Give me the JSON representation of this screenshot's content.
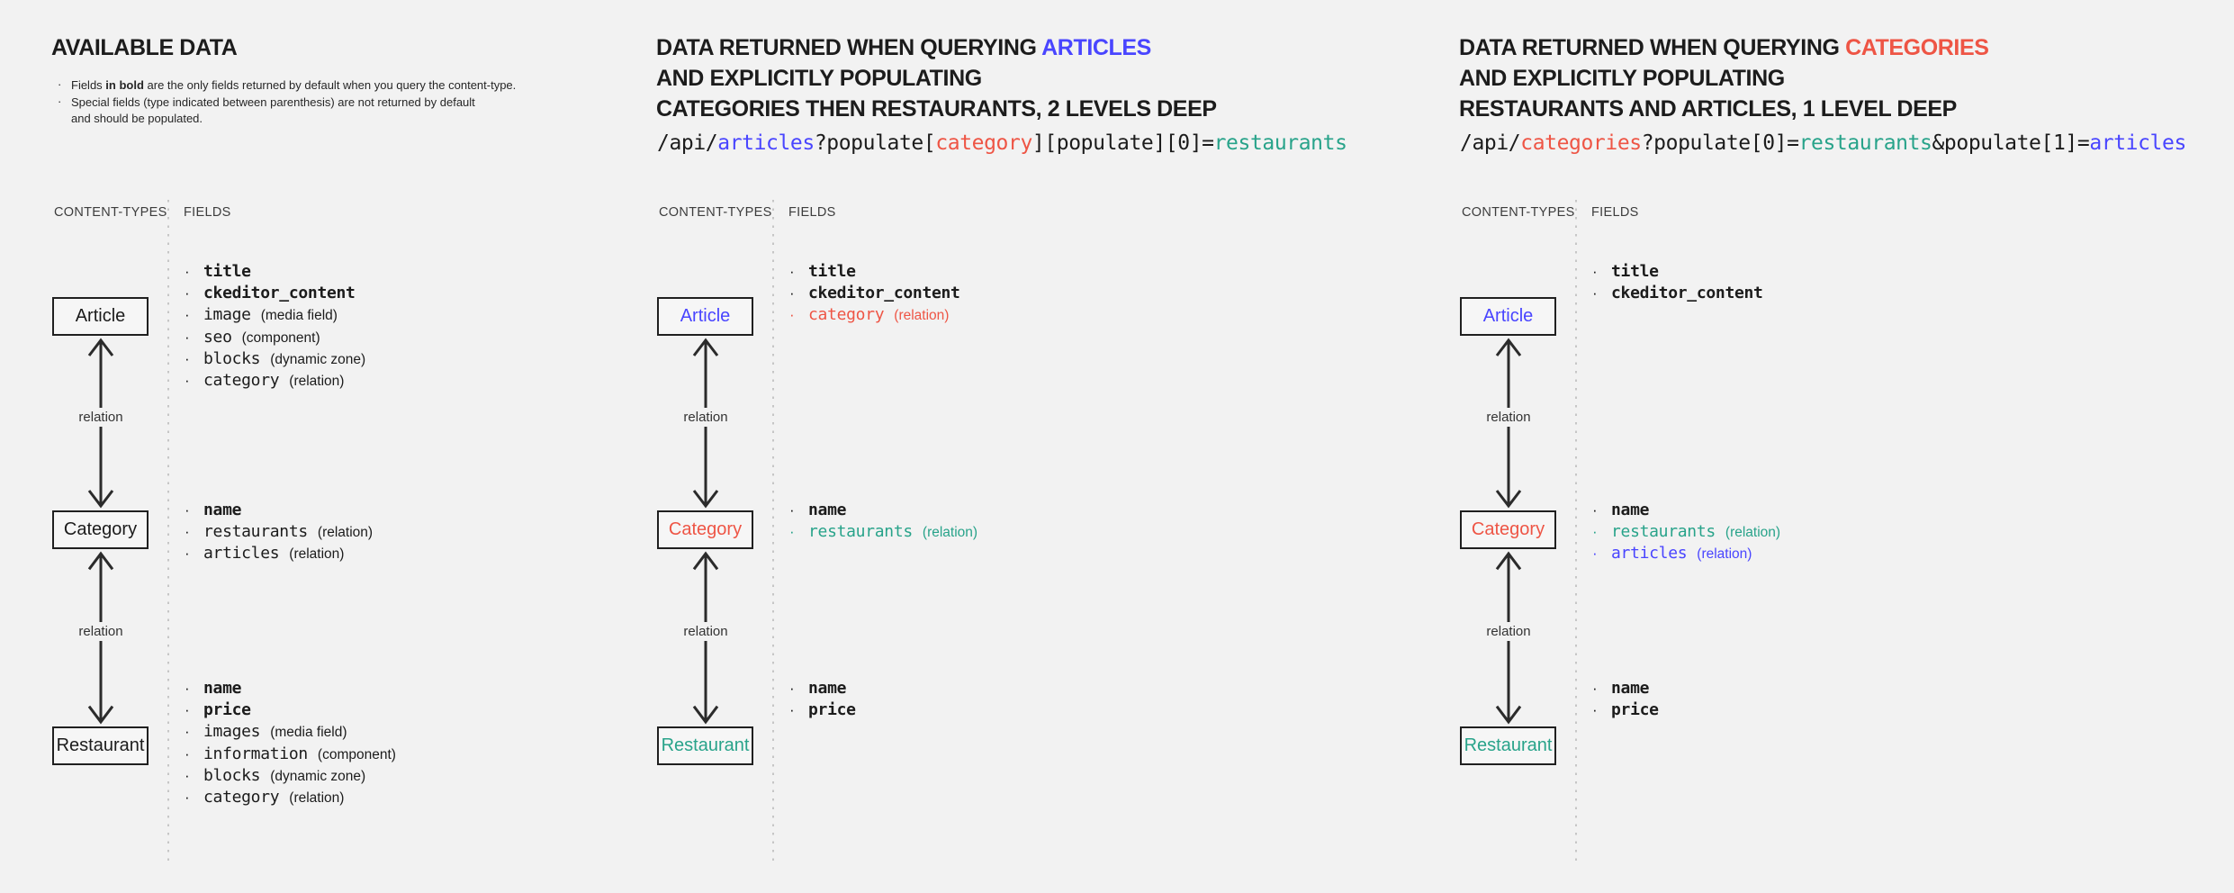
{
  "colors": {
    "background": "#f2f2f2",
    "dark": "#1c1c1c",
    "blue": "#4945ff",
    "red": "#ee5545",
    "teal": "#28a38a"
  },
  "shared": {
    "content_types_label": "CONTENT-TYPES",
    "fields_label": "FIELDS",
    "relation_label": "relation"
  },
  "columns": [
    {
      "id": "available-data",
      "title_lines": [
        [
          {
            "text": "AVAILABLE DATA",
            "color": "dark"
          }
        ]
      ],
      "notes": [
        {
          "lines": [
            [
              {
                "text": "Fields "
              },
              {
                "text": "in bold",
                "bold": true
              },
              {
                "text": " are the only fields returned by default when you query the content-type."
              }
            ]
          ]
        },
        {
          "lines": [
            [
              {
                "text": "Special fields (type indicated between parenthesis) are not returned by default"
              }
            ],
            [
              {
                "text": "and should be populated."
              }
            ]
          ]
        }
      ],
      "code_segments": null,
      "nodes": [
        {
          "type": "article",
          "label": "Article",
          "color": "dark",
          "fields": [
            {
              "name": "title",
              "bold": true,
              "color": "dark"
            },
            {
              "name": "ckeditor_content",
              "bold": true,
              "color": "dark"
            },
            {
              "name": "image",
              "color": "dark",
              "annotation": "(media field)"
            },
            {
              "name": "seo",
              "color": "dark",
              "annotation": "(component)"
            },
            {
              "name": "blocks",
              "color": "dark",
              "annotation": "(dynamic zone)"
            },
            {
              "name": "category",
              "color": "dark",
              "annotation": "(relation)"
            }
          ]
        },
        {
          "type": "category",
          "label": "Category",
          "color": "dark",
          "fields": [
            {
              "name": "name",
              "bold": true,
              "color": "dark"
            },
            {
              "name": "restaurants",
              "color": "dark",
              "annotation": "(relation)"
            },
            {
              "name": "articles",
              "color": "dark",
              "annotation": "(relation)"
            }
          ]
        },
        {
          "type": "restaurant",
          "label": "Restaurant",
          "color": "dark",
          "fields": [
            {
              "name": "name",
              "bold": true,
              "color": "dark"
            },
            {
              "name": "price",
              "bold": true,
              "color": "dark"
            },
            {
              "name": "images",
              "color": "dark",
              "annotation": "(media field)"
            },
            {
              "name": "information",
              "color": "dark",
              "annotation": "(component)"
            },
            {
              "name": "blocks",
              "color": "dark",
              "annotation": "(dynamic zone)"
            },
            {
              "name": "category",
              "color": "dark",
              "annotation": "(relation)"
            }
          ]
        }
      ]
    },
    {
      "id": "query-articles",
      "title_lines": [
        [
          {
            "text": "DATA RETURNED WHEN QUERYING ",
            "color": "dark"
          },
          {
            "text": "ARTICLES",
            "color": "blue"
          }
        ],
        [
          {
            "text": "AND EXPLICITLY POPULATING",
            "color": "dark"
          }
        ],
        [
          {
            "text": "CATEGORIES THEN RESTAURANTS, 2 LEVELS DEEP",
            "color": "dark"
          }
        ]
      ],
      "notes": null,
      "code_segments": [
        {
          "text": "/api/",
          "color": "dark"
        },
        {
          "text": "articles",
          "color": "blue"
        },
        {
          "text": "?populate[",
          "color": "dark"
        },
        {
          "text": "category",
          "color": "red"
        },
        {
          "text": "][populate][0]=",
          "color": "dark"
        },
        {
          "text": "restaurants",
          "color": "teal"
        }
      ],
      "nodes": [
        {
          "type": "article",
          "label": "Article",
          "color": "blue",
          "fields": [
            {
              "name": "title",
              "bold": true,
              "color": "dark"
            },
            {
              "name": "ckeditor_content",
              "bold": true,
              "color": "dark"
            },
            {
              "name": "category",
              "color": "red",
              "annotation": "(relation)"
            }
          ]
        },
        {
          "type": "category",
          "label": "Category",
          "color": "red",
          "fields": [
            {
              "name": "name",
              "bold": true,
              "color": "dark"
            },
            {
              "name": "restaurants",
              "color": "teal",
              "annotation": "(relation)"
            }
          ]
        },
        {
          "type": "restaurant",
          "label": "Restaurant",
          "color": "teal",
          "fields": [
            {
              "name": "name",
              "bold": true,
              "color": "dark"
            },
            {
              "name": "price",
              "bold": true,
              "color": "dark"
            }
          ]
        }
      ]
    },
    {
      "id": "query-categories",
      "title_lines": [
        [
          {
            "text": "DATA RETURNED WHEN QUERYING ",
            "color": "dark"
          },
          {
            "text": "CATEGORIES",
            "color": "red"
          }
        ],
        [
          {
            "text": "AND EXPLICITLY POPULATING",
            "color": "dark"
          }
        ],
        [
          {
            "text": "RESTAURANTS AND ARTICLES, 1 LEVEL DEEP",
            "color": "dark"
          }
        ]
      ],
      "notes": null,
      "code_segments": [
        {
          "text": "/api/",
          "color": "dark"
        },
        {
          "text": "categories",
          "color": "red"
        },
        {
          "text": "?populate[0]=",
          "color": "dark"
        },
        {
          "text": "restaurants",
          "color": "teal"
        },
        {
          "text": "&populate[1]=",
          "color": "dark"
        },
        {
          "text": "articles",
          "color": "blue"
        }
      ],
      "nodes": [
        {
          "type": "article",
          "label": "Article",
          "color": "blue",
          "fields": [
            {
              "name": "title",
              "bold": true,
              "color": "dark"
            },
            {
              "name": "ckeditor_content",
              "bold": true,
              "color": "dark"
            }
          ]
        },
        {
          "type": "category",
          "label": "Category",
          "color": "red",
          "fields": [
            {
              "name": "name",
              "bold": true,
              "color": "dark"
            },
            {
              "name": "restaurants",
              "color": "teal",
              "annotation": "(relation)"
            },
            {
              "name": "articles",
              "color": "blue",
              "annotation": "(relation)"
            }
          ]
        },
        {
          "type": "restaurant",
          "label": "Restaurant",
          "color": "teal",
          "fields": [
            {
              "name": "name",
              "bold": true,
              "color": "dark"
            },
            {
              "name": "price",
              "bold": true,
              "color": "dark"
            }
          ]
        }
      ]
    }
  ]
}
